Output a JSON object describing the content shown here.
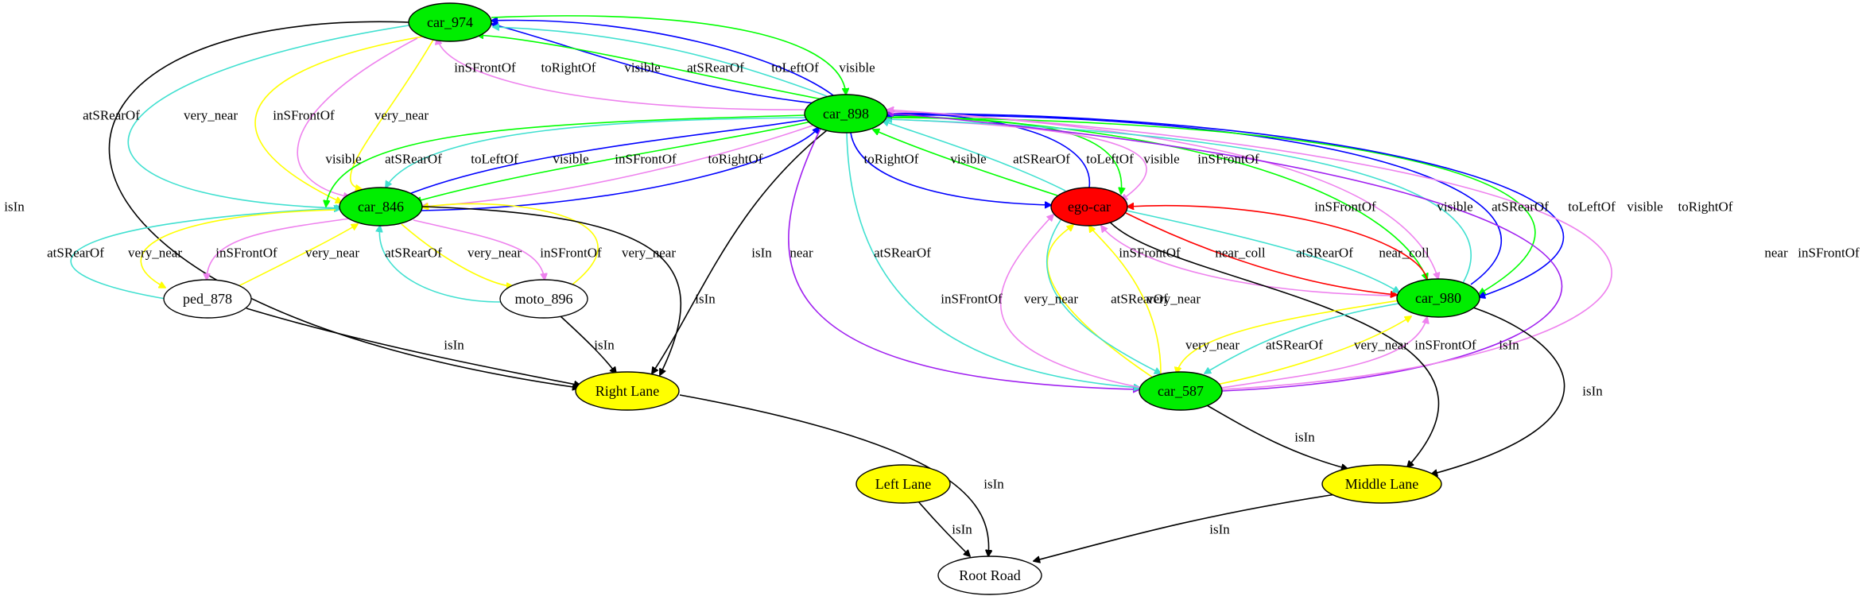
{
  "colors": {
    "green_node": "#00ee00",
    "red_node": "#ff0000",
    "yellow_node": "#ffff00",
    "white_node": "#ffffff",
    "black": "#000000",
    "turquoise": "#40e0d0",
    "yellow": "#ffff00",
    "violet": "#ee82ee",
    "blue": "#0000ff",
    "green": "#00ff00",
    "red": "#ff0000",
    "purple": "#a020f0"
  },
  "nodes": [
    {
      "id": "car_974",
      "label": "car_974",
      "fill": "green_node"
    },
    {
      "id": "car_898",
      "label": "car_898",
      "fill": "green_node"
    },
    {
      "id": "car_846",
      "label": "car_846",
      "fill": "green_node"
    },
    {
      "id": "ego_car",
      "label": "ego-car",
      "fill": "red_node"
    },
    {
      "id": "car_980",
      "label": "car_980",
      "fill": "green_node"
    },
    {
      "id": "car_587",
      "label": "car_587",
      "fill": "green_node"
    },
    {
      "id": "ped_878",
      "label": "ped_878",
      "fill": "white_node"
    },
    {
      "id": "moto_896",
      "label": "moto_896",
      "fill": "white_node"
    },
    {
      "id": "right_lane",
      "label": "Right Lane",
      "fill": "yellow_node"
    },
    {
      "id": "left_lane",
      "label": "Left Lane",
      "fill": "yellow_node"
    },
    {
      "id": "middle_lane",
      "label": "Middle Lane",
      "fill": "yellow_node"
    },
    {
      "id": "root_road",
      "label": "Root Road",
      "fill": "white_node"
    }
  ],
  "edges": [
    {
      "id": "e1",
      "label": "isIn",
      "color": "black"
    },
    {
      "id": "e2",
      "label": "atSRearOf",
      "color": "turquoise"
    },
    {
      "id": "e3",
      "label": "very_near",
      "color": "yellow"
    },
    {
      "id": "e4",
      "label": "inSFrontOf",
      "color": "violet"
    },
    {
      "id": "e5",
      "label": "very_near",
      "color": "yellow"
    },
    {
      "id": "e6",
      "label": "inSFrontOf",
      "color": "violet"
    },
    {
      "id": "e7",
      "label": "toRightOf",
      "color": "blue"
    },
    {
      "id": "e8",
      "label": "visible",
      "color": "green"
    },
    {
      "id": "e9",
      "label": "atSRearOf",
      "color": "turquoise"
    },
    {
      "id": "e10",
      "label": "toLeftOf",
      "color": "blue"
    },
    {
      "id": "e11",
      "label": "visible",
      "color": "green"
    },
    {
      "id": "e12",
      "label": "visible",
      "color": "green"
    },
    {
      "id": "e13",
      "label": "atSRearOf",
      "color": "turquoise"
    },
    {
      "id": "e14",
      "label": "toLeftOf",
      "color": "blue"
    },
    {
      "id": "e15",
      "label": "visible",
      "color": "green"
    },
    {
      "id": "e16",
      "label": "inSFrontOf",
      "color": "violet"
    },
    {
      "id": "e17",
      "label": "toRightOf",
      "color": "blue"
    },
    {
      "id": "e18",
      "label": "isIn",
      "color": "black"
    },
    {
      "id": "e19",
      "label": "near",
      "color": "purple"
    },
    {
      "id": "e20",
      "label": "atSRearOf",
      "color": "turquoise"
    },
    {
      "id": "e21",
      "label": "toRightOf",
      "color": "blue"
    },
    {
      "id": "e22",
      "label": "visible",
      "color": "green"
    },
    {
      "id": "e23",
      "label": "atSRearOf",
      "color": "turquoise"
    },
    {
      "id": "e24",
      "label": "toLeftOf",
      "color": "blue"
    },
    {
      "id": "e25",
      "label": "visible",
      "color": "green"
    },
    {
      "id": "e26",
      "label": "inSFrontOf",
      "color": "violet"
    },
    {
      "id": "e27",
      "label": "inSFrontOf",
      "color": "violet"
    },
    {
      "id": "e28",
      "label": "visible",
      "color": "green"
    },
    {
      "id": "e29",
      "label": "atSRearOf",
      "color": "turquoise"
    },
    {
      "id": "e30",
      "label": "toLeftOf",
      "color": "blue"
    },
    {
      "id": "e31",
      "label": "visible",
      "color": "green"
    },
    {
      "id": "e32",
      "label": "toRightOf",
      "color": "blue"
    },
    {
      "id": "e33",
      "label": "near",
      "color": "purple"
    },
    {
      "id": "e34",
      "label": "inSFrontOf",
      "color": "violet"
    },
    {
      "id": "e35",
      "label": "atSRearOf",
      "color": "turquoise"
    },
    {
      "id": "e36",
      "label": "very_near",
      "color": "yellow"
    },
    {
      "id": "e37",
      "label": "inSFrontOf",
      "color": "violet"
    },
    {
      "id": "e38",
      "label": "very_near",
      "color": "yellow"
    },
    {
      "id": "e39",
      "label": "atSRearOf",
      "color": "turquoise"
    },
    {
      "id": "e40",
      "label": "very_near",
      "color": "yellow"
    },
    {
      "id": "e41",
      "label": "inSFrontOf",
      "color": "violet"
    },
    {
      "id": "e42",
      "label": "very_near",
      "color": "yellow"
    },
    {
      "id": "e43",
      "label": "isIn",
      "color": "black"
    },
    {
      "id": "e44",
      "label": "isIn",
      "color": "black"
    },
    {
      "id": "e45",
      "label": "isIn",
      "color": "black"
    },
    {
      "id": "e46",
      "label": "isIn",
      "color": "black"
    },
    {
      "id": "e47",
      "label": "inSFrontOf",
      "color": "violet"
    },
    {
      "id": "e48",
      "label": "very_near",
      "color": "yellow"
    },
    {
      "id": "e49",
      "label": "atSRearOf",
      "color": "turquoise"
    },
    {
      "id": "e50",
      "label": "very_near",
      "color": "yellow"
    },
    {
      "id": "e51",
      "label": "inSFrontOf",
      "color": "violet"
    },
    {
      "id": "e52",
      "label": "near_coll",
      "color": "red"
    },
    {
      "id": "e53",
      "label": "atSRearOf",
      "color": "turquoise"
    },
    {
      "id": "e54",
      "label": "near_coll",
      "color": "red"
    },
    {
      "id": "e55",
      "label": "isIn",
      "color": "black"
    },
    {
      "id": "e56",
      "label": "very_near",
      "color": "yellow"
    },
    {
      "id": "e57",
      "label": "atSRearOf",
      "color": "turquoise"
    },
    {
      "id": "e58",
      "label": "very_near",
      "color": "yellow"
    },
    {
      "id": "e59",
      "label": "inSFrontOf",
      "color": "violet"
    },
    {
      "id": "e60",
      "label": "isIn",
      "color": "black"
    },
    {
      "id": "e61",
      "label": "isIn",
      "color": "black"
    },
    {
      "id": "e62",
      "label": "isIn",
      "color": "black"
    },
    {
      "id": "e63",
      "label": "isIn",
      "color": "black"
    },
    {
      "id": "e64",
      "label": "isIn",
      "color": "black"
    }
  ]
}
